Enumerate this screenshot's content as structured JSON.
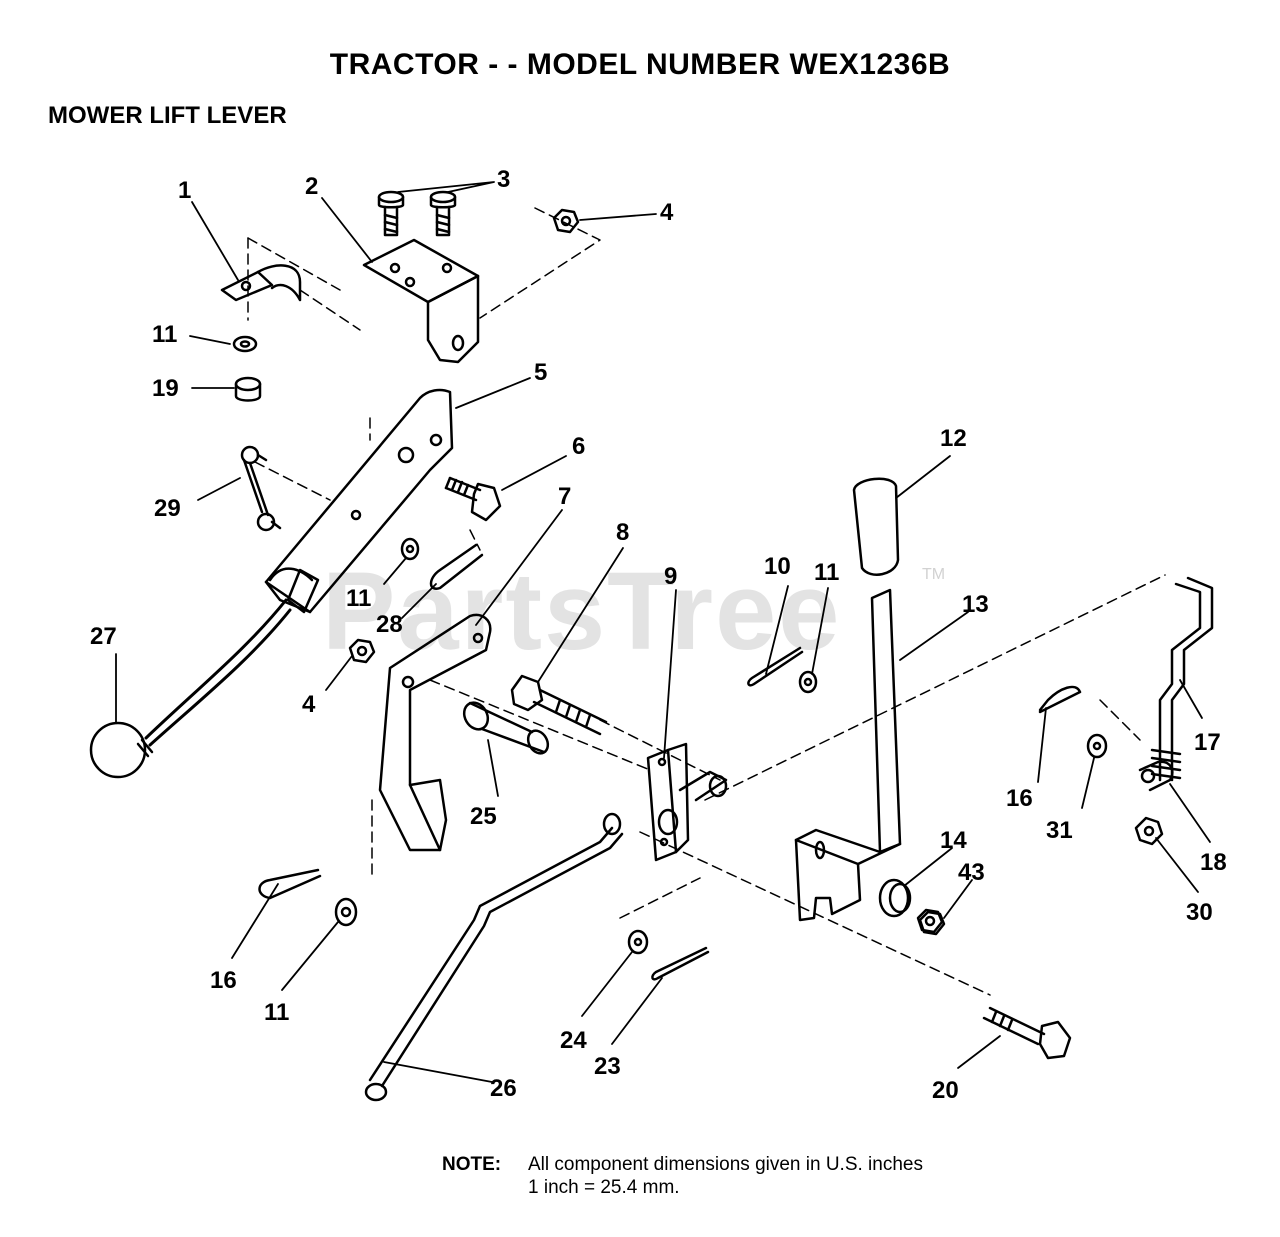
{
  "header": {
    "title": "TRACTOR - - MODEL NUMBER WEX1236B",
    "subtitle": "MOWER LIFT LEVER"
  },
  "watermark": {
    "text": "PartsTree",
    "tm": "TM"
  },
  "note": {
    "label": "NOTE:",
    "line1": "All component dimensions given in U.S. inches",
    "line2": "1 inch = 25.4 mm."
  },
  "callouts": {
    "c1": "1",
    "c2": "2",
    "c3": "3",
    "c4a": "4",
    "c4b": "4",
    "c5": "5",
    "c6": "6",
    "c7": "7",
    "c8": "8",
    "c9": "9",
    "c10": "10",
    "c11a": "11",
    "c11b": "11",
    "c11c": "11",
    "c11d": "11",
    "c12": "12",
    "c13": "13",
    "c14": "14",
    "c16a": "16",
    "c16b": "16",
    "c17": "17",
    "c18": "18",
    "c19": "19",
    "c20": "20",
    "c23": "23",
    "c24": "24",
    "c25": "25",
    "c26": "26",
    "c27": "27",
    "c28": "28",
    "c29": "29",
    "c30": "30",
    "c31": "31",
    "c43": "43"
  }
}
